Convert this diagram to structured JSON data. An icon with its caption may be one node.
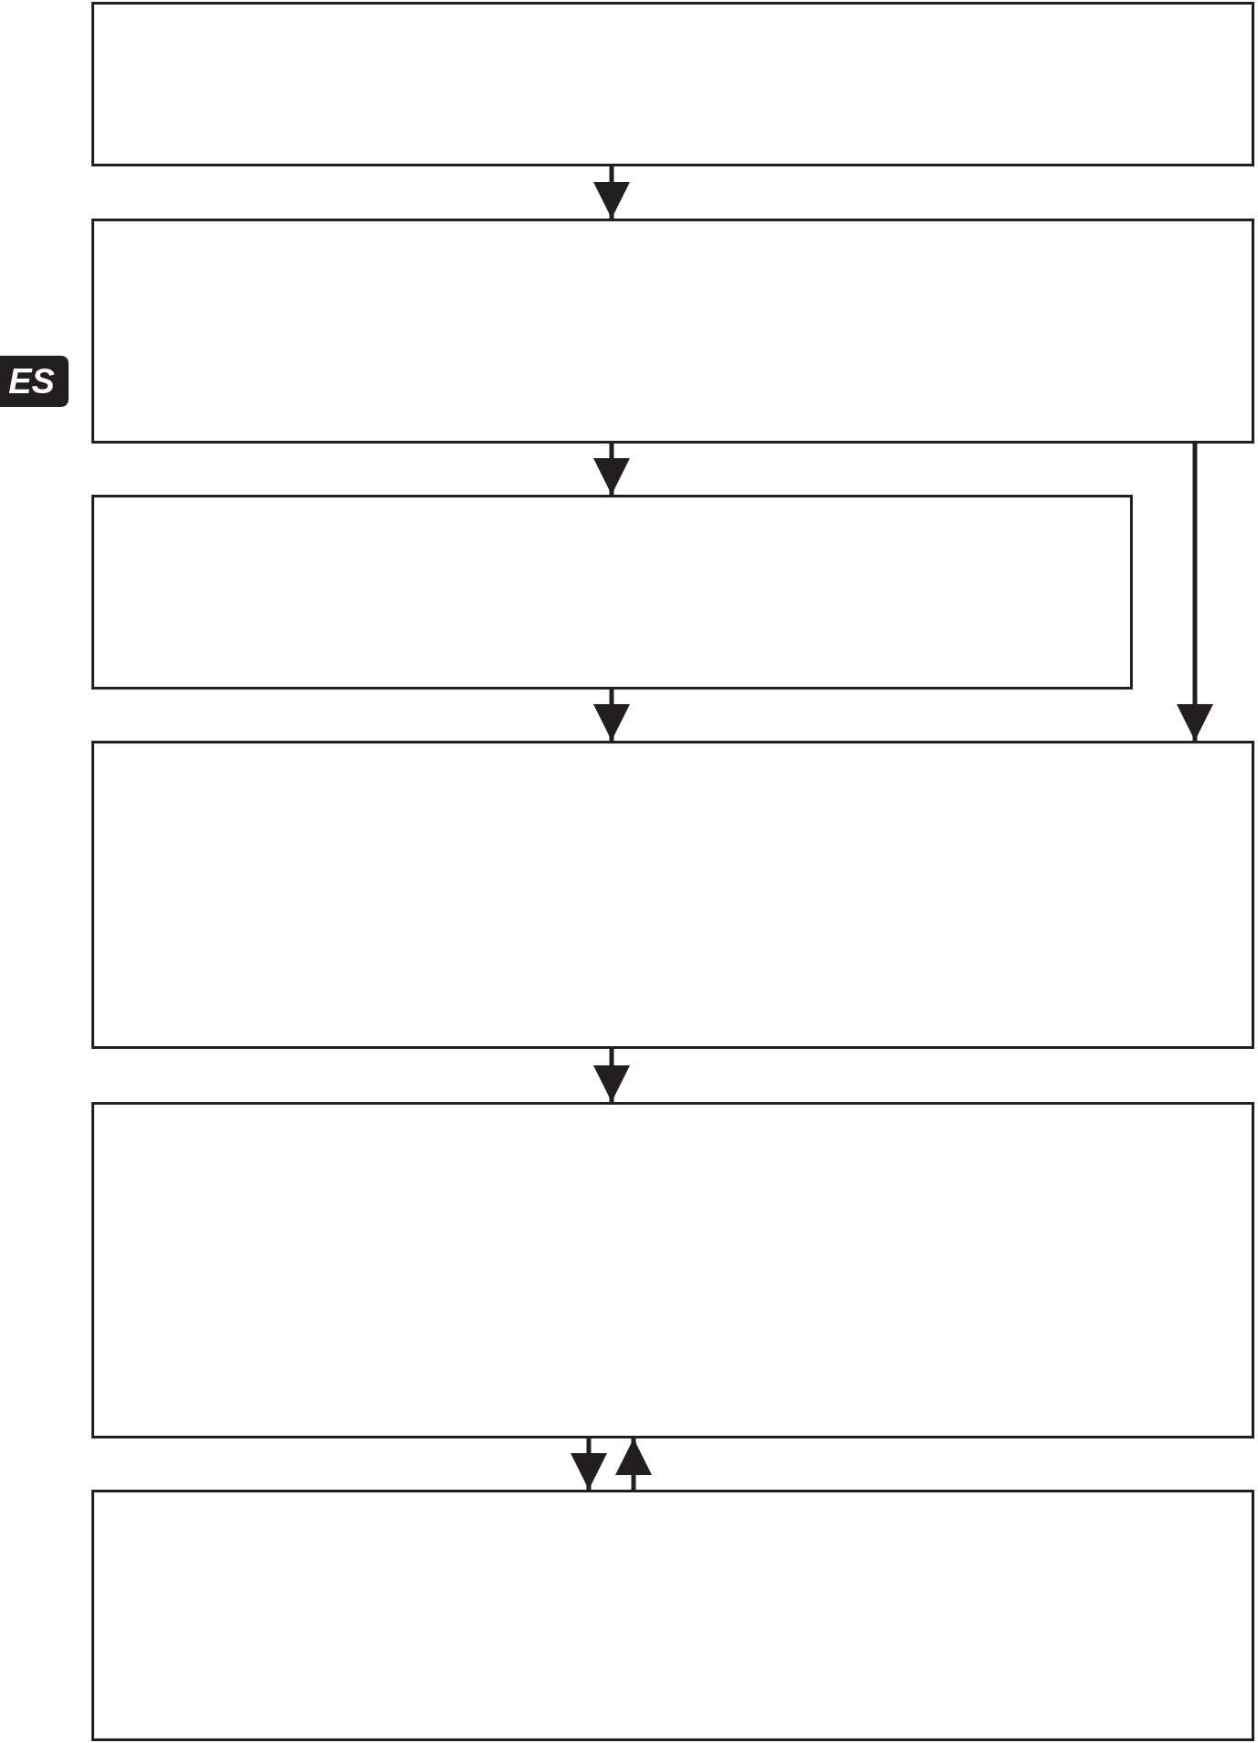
{
  "diagram": {
    "nodes": [
      {
        "text": [],
        "shape": "box"
      },
      {
        "text": [],
        "shape": "box"
      },
      {
        "text": [],
        "shape": "box"
      },
      {
        "text": [],
        "shape": "box"
      },
      {
        "text": [],
        "shape": "box"
      },
      {
        "text": [],
        "shape": "box"
      }
    ],
    "edges": [
      {
        "from": 0,
        "to": 1,
        "arrow": "to"
      },
      {
        "from": 1,
        "to": 2,
        "arrow": "to"
      },
      {
        "from": 1,
        "to": 3,
        "arrow": "to"
      },
      {
        "from": 2,
        "to": 3,
        "arrow": "to"
      },
      {
        "from": 3,
        "to": 4,
        "arrow": "to"
      },
      {
        "from": 4,
        "to": 5,
        "arrow": "to"
      },
      {
        "from": 5,
        "to": 4,
        "arrow": "to"
      }
    ],
    "labels": [
      "ES"
    ]
  }
}
